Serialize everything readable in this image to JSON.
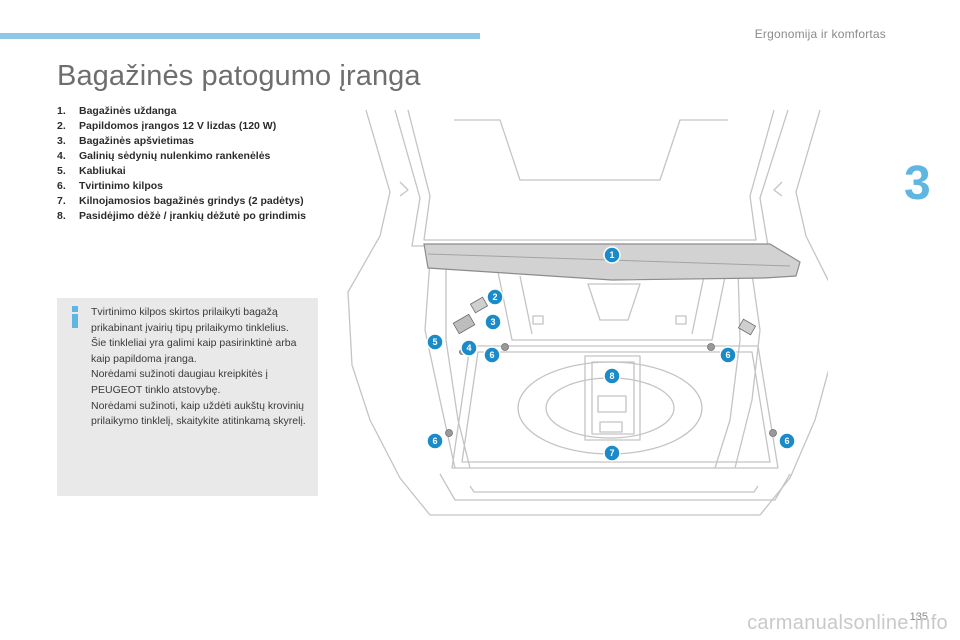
{
  "header": {
    "section": "Ergonomija ir komfortas",
    "chapter": "3"
  },
  "title": "Bagažinės patogumo įranga",
  "legend": [
    {
      "num": "1.",
      "label": "Bagažinės uždanga"
    },
    {
      "num": "2.",
      "label": "Papildomos įrangos 12 V lizdas (120 W)"
    },
    {
      "num": "3.",
      "label": "Bagažinės apšvietimas"
    },
    {
      "num": "4.",
      "label": "Galinių sėdynių nulenkimo rankenėlės"
    },
    {
      "num": "5.",
      "label": "Kabliukai"
    },
    {
      "num": "6.",
      "label": "Tvirtinimo kilpos"
    },
    {
      "num": "7.",
      "label": "Kilnojamosios bagažinės grindys (2 padėtys)"
    },
    {
      "num": "8.",
      "label": "Pasidėjimo dėžė / įrankių dėžutė po grindimis"
    }
  ],
  "info": {
    "paragraphs": [
      "Tvirtinimo kilpos skirtos prilaikyti bagažą prikabinant įvairių tipų prilaikymo tinklelius.",
      "Šie tinkleliai yra galimi kaip pasirinktinė arba kaip papildoma įranga.",
      "Norėdami sužinoti daugiau kreipkitės į PEUGEOT tinklo atstovybę.",
      "Norėdami sužinoti, kaip uždėti aukštų krovinių prilaikymo tinklelį, skaitykite atitinkamą skyrelį."
    ]
  },
  "callouts": {
    "c1": "1",
    "c2": "2",
    "c3": "3",
    "c4": "4",
    "c5": "5",
    "c6a": "6",
    "c6b": "6",
    "c6c": "6",
    "c6d": "6",
    "c7": "7",
    "c8": "8"
  },
  "page_number": "135",
  "watermark": "carmanualsonline.info",
  "colors": {
    "accent": "#5fb6e0",
    "callout": "#1a8ac9",
    "bar": "#8ec8e6",
    "info_bg": "#e9e9e9"
  }
}
